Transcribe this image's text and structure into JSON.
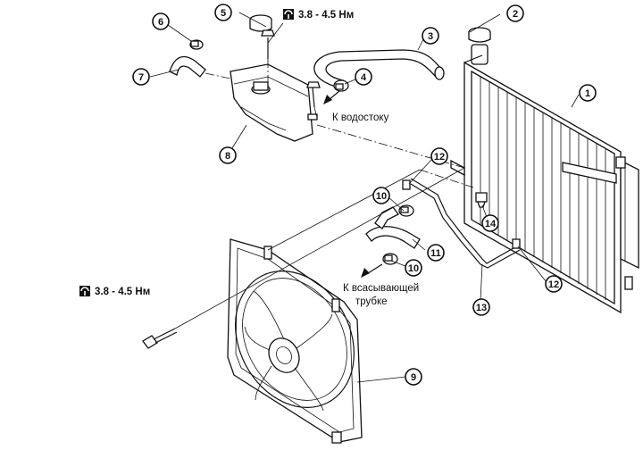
{
  "torque_specs": [
    {
      "id": "torque-top",
      "value": "3.8 - 4.5 Нм"
    },
    {
      "id": "torque-left",
      "value": "3.8 - 4.5 Нм"
    }
  ],
  "notes": {
    "drain": "К водостоку",
    "suction_line1": "К всасывающей",
    "suction_line2": "трубке"
  },
  "callouts": [
    {
      "key": "c1",
      "label": "1"
    },
    {
      "key": "c2",
      "label": "2"
    },
    {
      "key": "c3",
      "label": "3"
    },
    {
      "key": "c4",
      "label": "4"
    },
    {
      "key": "c5",
      "label": "5"
    },
    {
      "key": "c6",
      "label": "6"
    },
    {
      "key": "c7",
      "label": "7"
    },
    {
      "key": "c8",
      "label": "8"
    },
    {
      "key": "c9",
      "label": "9"
    },
    {
      "key": "c10a",
      "label": "10"
    },
    {
      "key": "c10b",
      "label": "10"
    },
    {
      "key": "c11",
      "label": "11"
    },
    {
      "key": "c12a",
      "label": "12"
    },
    {
      "key": "c12b",
      "label": "12"
    },
    {
      "key": "c13",
      "label": "13"
    },
    {
      "key": "c14",
      "label": "14"
    }
  ],
  "colors": {
    "line": "#111111",
    "background": "#ffffff"
  },
  "icons": {
    "torque": "torque-wrench-icon",
    "arrow": "direction-arrow-icon"
  }
}
